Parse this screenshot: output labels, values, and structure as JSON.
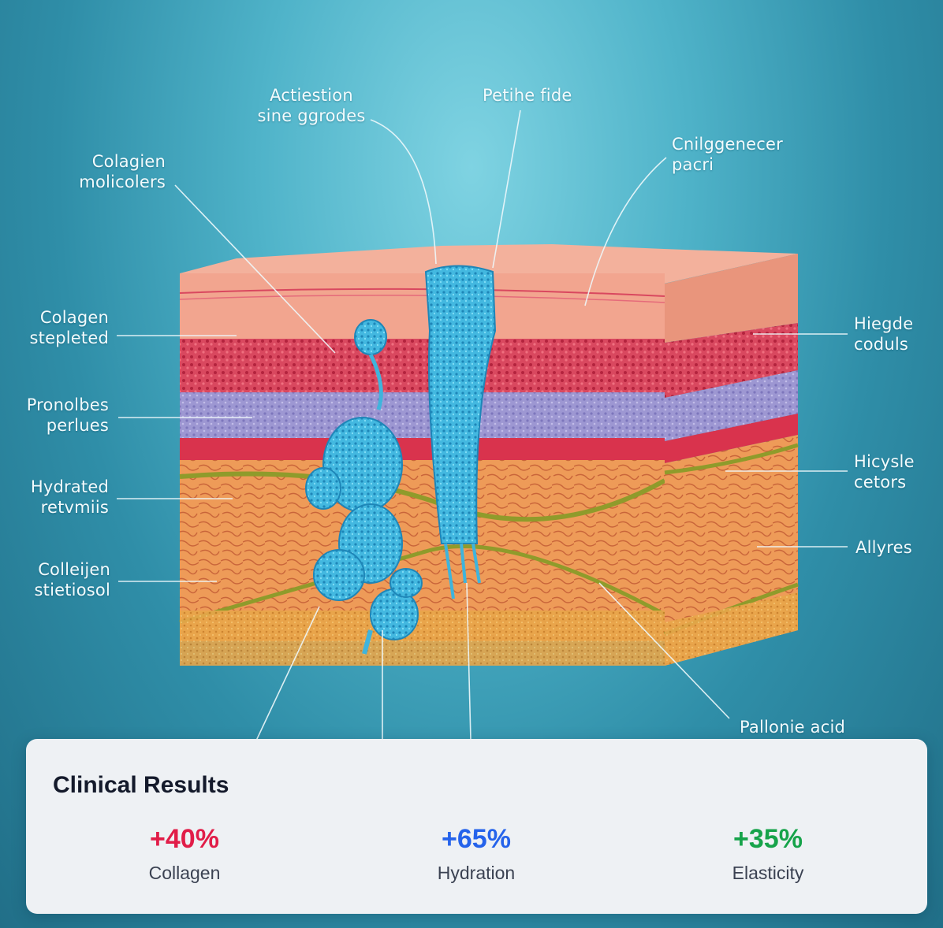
{
  "diagram": {
    "callouts": [
      {
        "id": "activation",
        "lines": [
          "Actiestion",
          "sine ggrodes"
        ]
      },
      {
        "id": "petine",
        "lines": [
          "Petihe fide"
        ]
      },
      {
        "id": "collagenecer",
        "lines": [
          "Cnilggenecer",
          "pacri"
        ]
      },
      {
        "id": "collagen-molecules",
        "lines": [
          "Colagien",
          "molicolers"
        ]
      },
      {
        "id": "collagen-stepleted",
        "lines": [
          "Colagen",
          "stepleted"
        ]
      },
      {
        "id": "pronolbes",
        "lines": [
          "Pronolbes",
          "perlues"
        ]
      },
      {
        "id": "hydrated",
        "lines": [
          "Hydrated",
          "retvmiis"
        ]
      },
      {
        "id": "collagen-stietiosol",
        "lines": [
          "Colleijen",
          "stietiosol"
        ]
      },
      {
        "id": "hiegde",
        "lines": [
          "Hiegde",
          "coduls"
        ]
      },
      {
        "id": "hicysle",
        "lines": [
          "Hicysle",
          "cetors"
        ]
      },
      {
        "id": "allyres",
        "lines": [
          "Allyres"
        ]
      },
      {
        "id": "pallonie",
        "lines": [
          "Pallonie acid"
        ]
      }
    ]
  },
  "results": {
    "title": "Clinical Results",
    "metrics": [
      {
        "value": "+40%",
        "label": "Collagen",
        "color": "#e11d48"
      },
      {
        "value": "+65%",
        "label": "Hydration",
        "color": "#2563eb"
      },
      {
        "value": "+35%",
        "label": "Elasticity",
        "color": "#16a34a"
      }
    ]
  }
}
